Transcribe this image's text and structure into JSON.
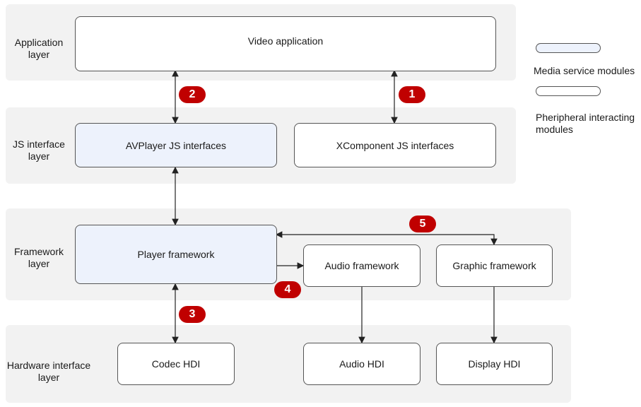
{
  "layers": {
    "application": "Application\nlayer",
    "js_interface": "JS interface\nlayer",
    "framework": "Framework\nlayer",
    "hardware_interface": "Hardware interface\nlayer"
  },
  "boxes": {
    "video_app": "Video application",
    "avplayer_js": "AVPlayer JS interfaces",
    "xcomponent_js": "XComponent JS interfaces",
    "player_framework": "Player framework",
    "audio_framework": "Audio framework",
    "graphic_framework": "Graphic framework",
    "codec_hdi": "Codec HDI",
    "audio_hdi": "Audio HDI",
    "display_hdi": "Display HDI"
  },
  "badges": [
    "1",
    "2",
    "3",
    "4",
    "5"
  ],
  "legend": {
    "media": "Media service modules",
    "peripheral": "Pheripheral interacting\nmodules"
  },
  "colors": {
    "media_fill": "#edf2fc",
    "peripheral_fill": "#ffffff",
    "badge": "#c00000",
    "band": "#f2f2f2"
  }
}
